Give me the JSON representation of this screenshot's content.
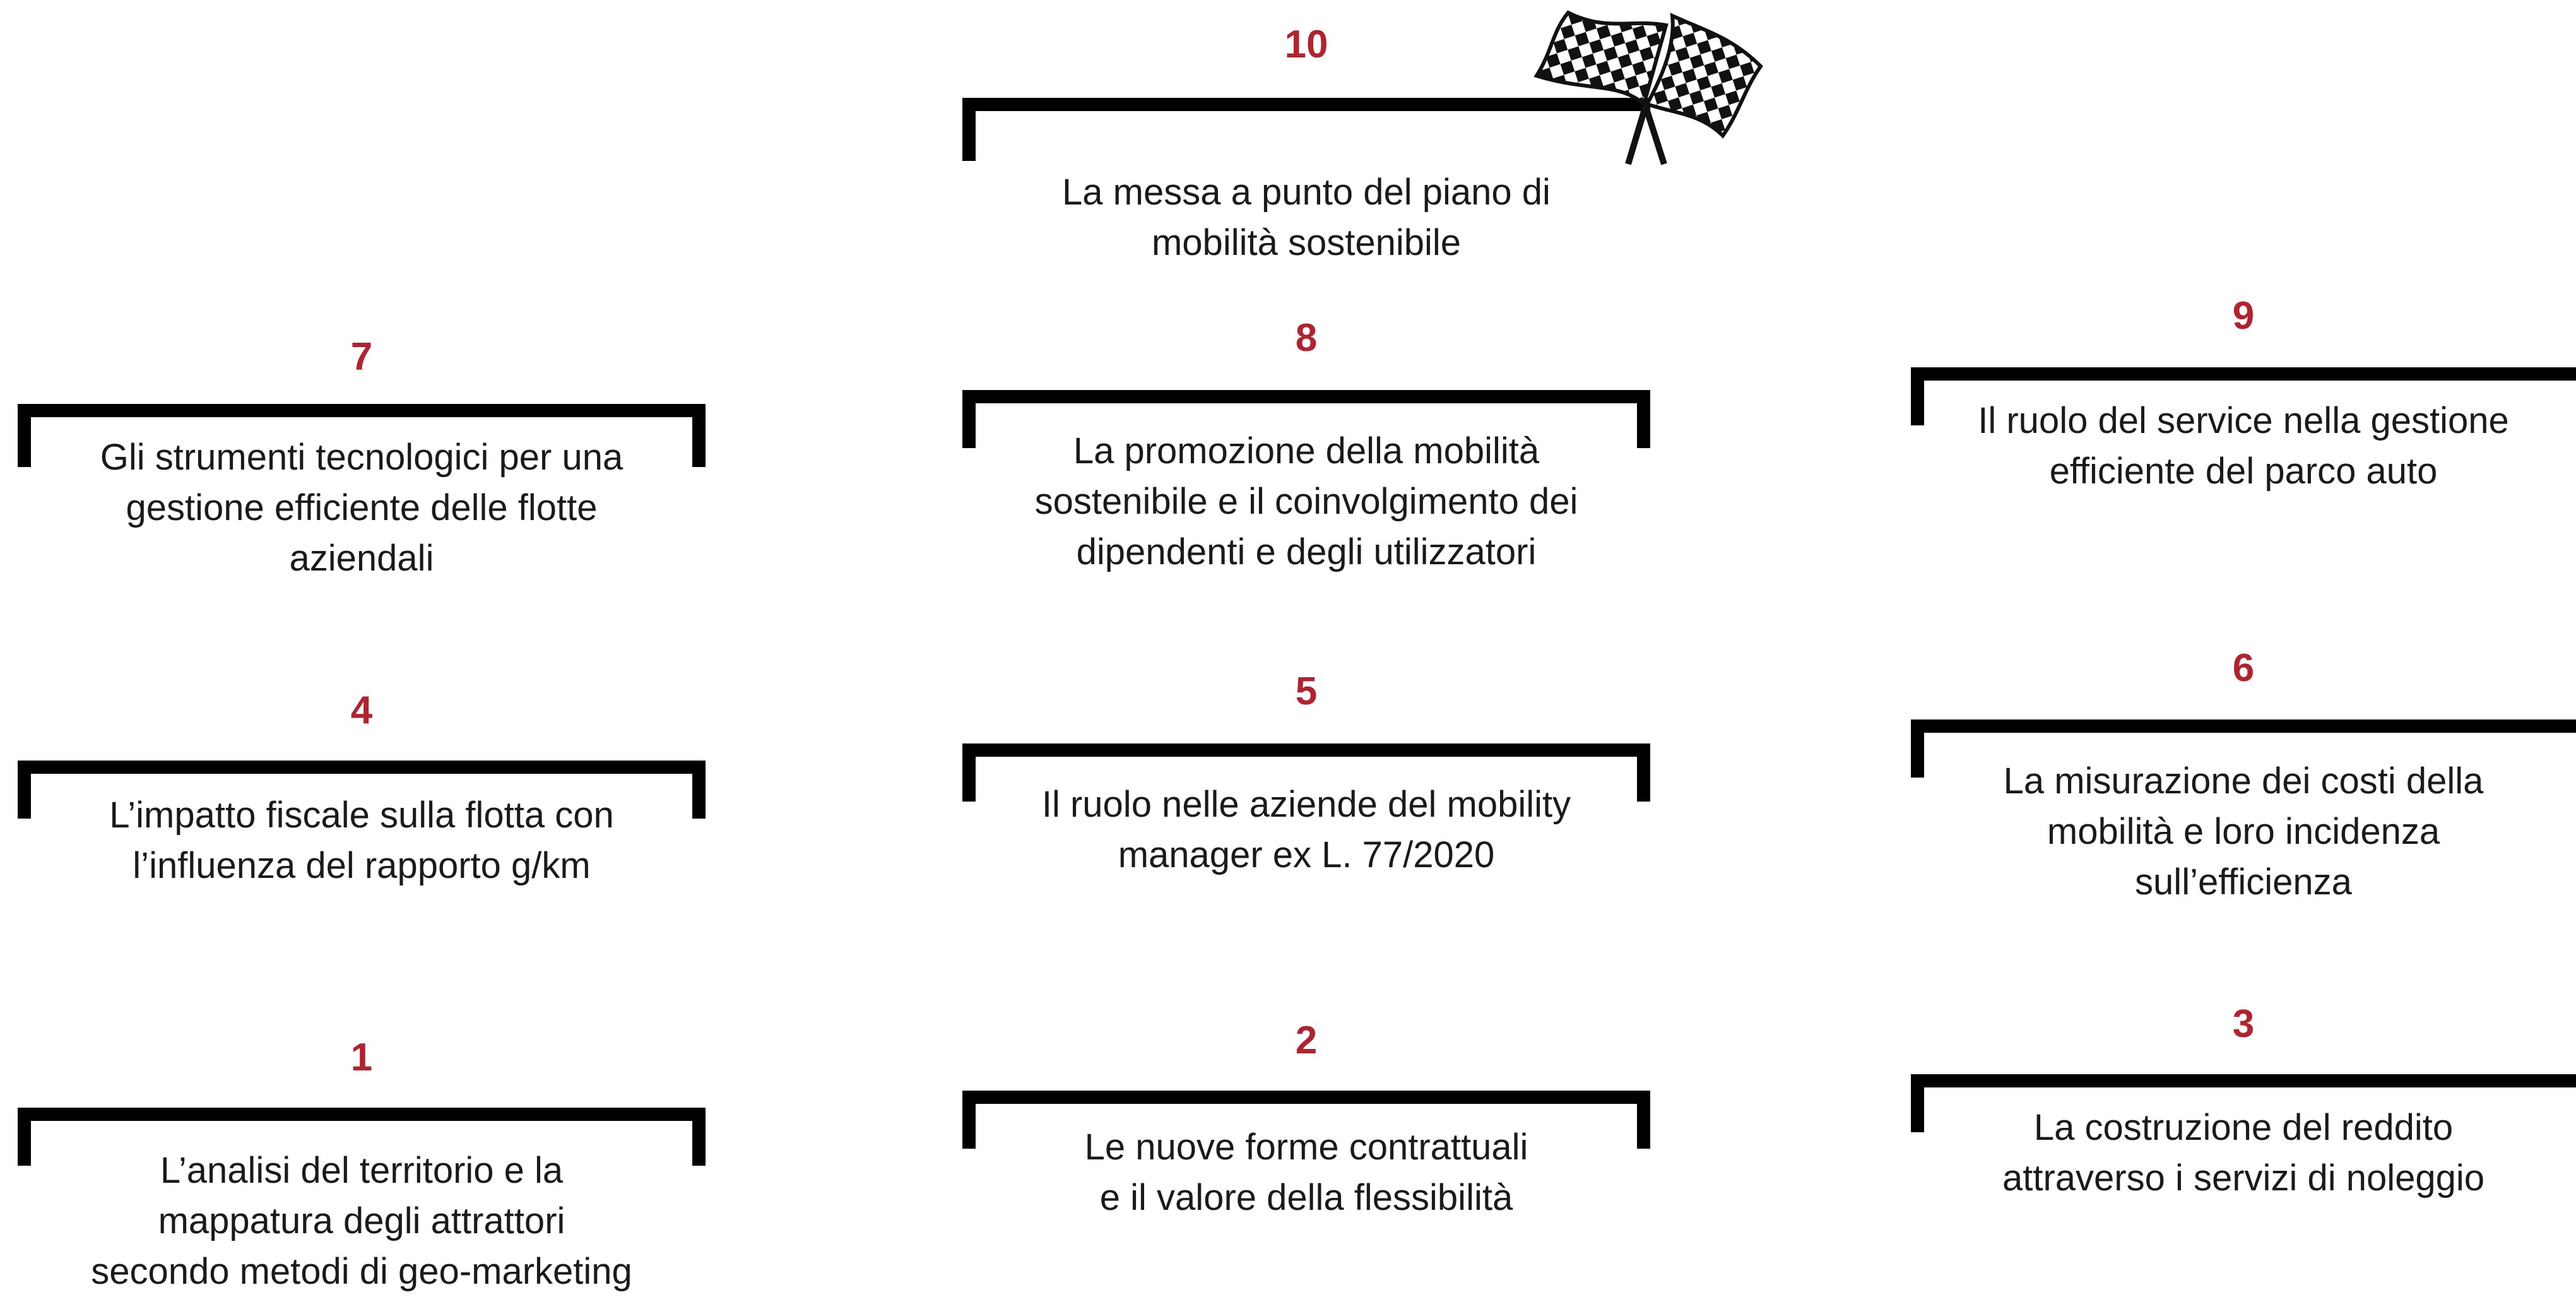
{
  "steps": {
    "s1": {
      "number": "1",
      "text": "L’analisi del territorio e la\nmappatura degli attrattori\nsecondo metodi di geo-marketing"
    },
    "s2": {
      "number": "2",
      "text": "Le nuove forme contrattuali\ne il valore della flessibilità"
    },
    "s3": {
      "number": "3",
      "text": "La costruzione del reddito\nattraverso i servizi di noleggio"
    },
    "s4": {
      "number": "4",
      "text": "L’impatto fiscale sulla flotta con\nl’influenza del rapporto g/km"
    },
    "s5": {
      "number": "5",
      "text": "Il ruolo nelle aziende del mobility\nmanager ex L. 77/2020"
    },
    "s6": {
      "number": "6",
      "text": "La misurazione dei costi della\nmobilità e loro incidenza\nsull’efficienza"
    },
    "s7": {
      "number": "7",
      "text": "Gli strumenti tecnologici per una\ngestione efficiente delle flotte\naziendali"
    },
    "s8": {
      "number": "8",
      "text": "La promozione della mobilità\nsostenibile e il coinvolgimento dei\ndipendenti e degli utilizzatori"
    },
    "s9": {
      "number": "9",
      "text": "Il ruolo del service nella gestione\nefficiente del parco auto"
    },
    "s10": {
      "number": "10",
      "text": "La messa a punto del piano di\nmobilità sostenibile"
    }
  },
  "icons": {
    "finish": "checkered-flags-icon"
  },
  "colors": {
    "number": "#b1232e",
    "bracket": "#000000",
    "text": "#1a1a1a"
  }
}
